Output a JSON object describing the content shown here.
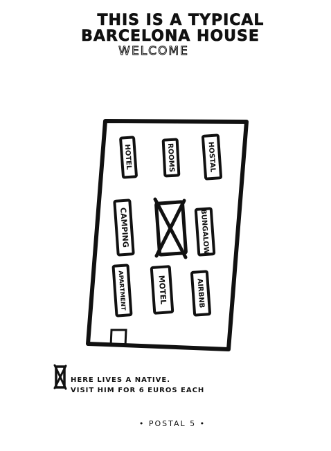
{
  "title": {
    "line1": "THIS IS A TYPICAL",
    "line2": "BARCELONA HOUSE",
    "subtitle": "WELCOME"
  },
  "building": {
    "windows": [
      {
        "id": "hotel",
        "label": "HOTEL"
      },
      {
        "id": "rooms",
        "label": "ROOMS"
      },
      {
        "id": "hostal",
        "label": "HOSTAL"
      },
      {
        "id": "camping",
        "label": "CAMPING"
      },
      {
        "id": "native",
        "label": ""
      },
      {
        "id": "bungalow",
        "label": "BUNGALOW"
      },
      {
        "id": "apartment",
        "label": "APARTMENT"
      },
      {
        "id": "motel",
        "label": "MOTEL"
      },
      {
        "id": "airbnb",
        "label": "AIRBNB"
      }
    ]
  },
  "legend": {
    "line1": "HERE LIVES A NATIVE.",
    "line2": "VISIT HIM FOR 6 EUROS EACH"
  },
  "footer": {
    "label": "• POSTAL 5 •"
  },
  "colors": {
    "ink": "#111111",
    "paper": "#ffffff"
  }
}
